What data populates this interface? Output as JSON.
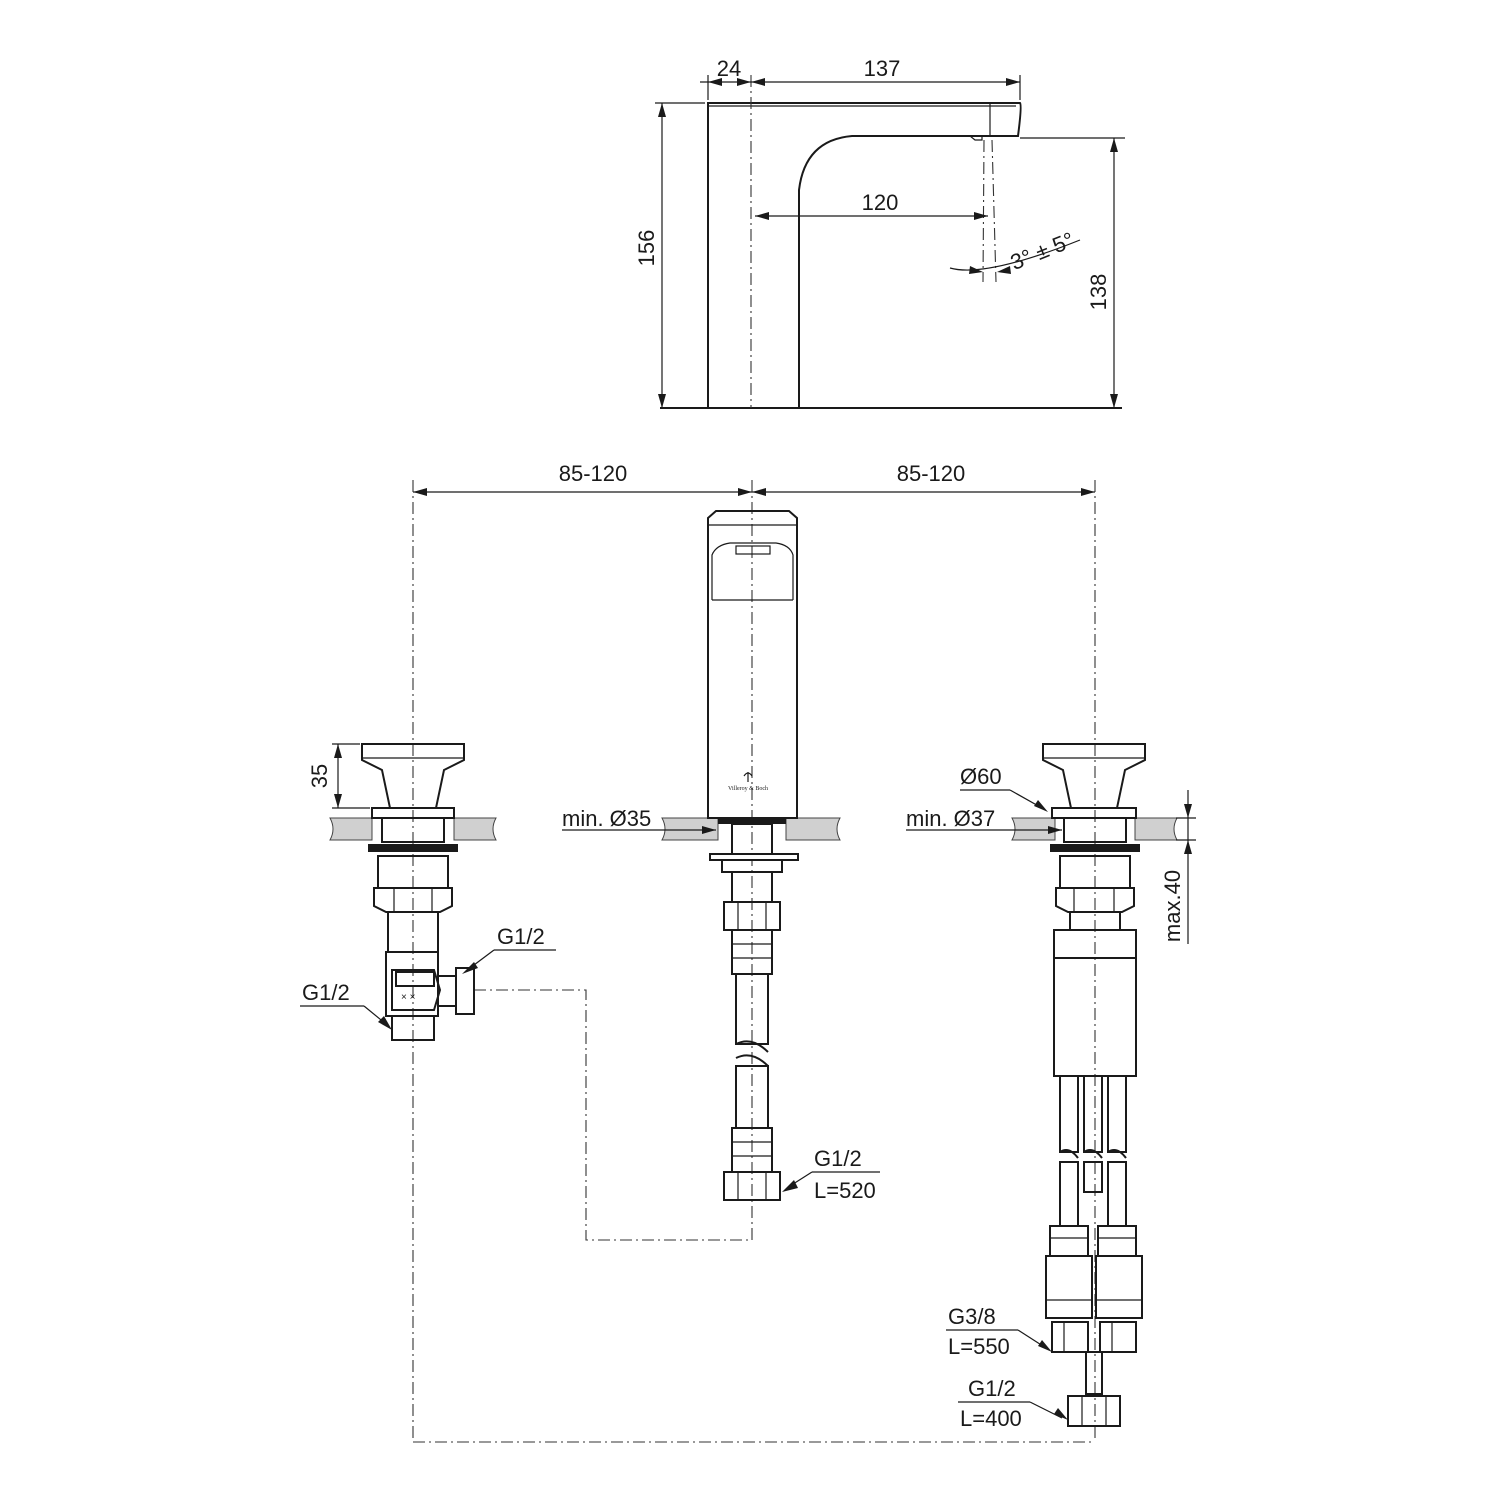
{
  "dimensions": {
    "top_width_24": "24",
    "top_width_137": "137",
    "spout_reach_120": "120",
    "total_height_156": "156",
    "outlet_height_138": "138",
    "spray_angle": "3° ± 5°",
    "spacing_left": "85-120",
    "spacing_right": "85-120",
    "handle_height_35": "35",
    "handle_diameter": "Ø60",
    "hole_center": "min. Ø35",
    "hole_side": "min. Ø37",
    "deck_thickness": "max.40"
  },
  "connections": {
    "valve_inlet": "G1/2",
    "valve_outlet": "G1/2",
    "spout_hose_thread": "G1/2",
    "spout_hose_length": "L=520",
    "side_hose_thread": "G3/8",
    "side_hose_length": "L=550",
    "side_outlet_thread": "G1/2",
    "side_outlet_length": "L=400"
  },
  "brand_mark": "Villeroy & Boch"
}
